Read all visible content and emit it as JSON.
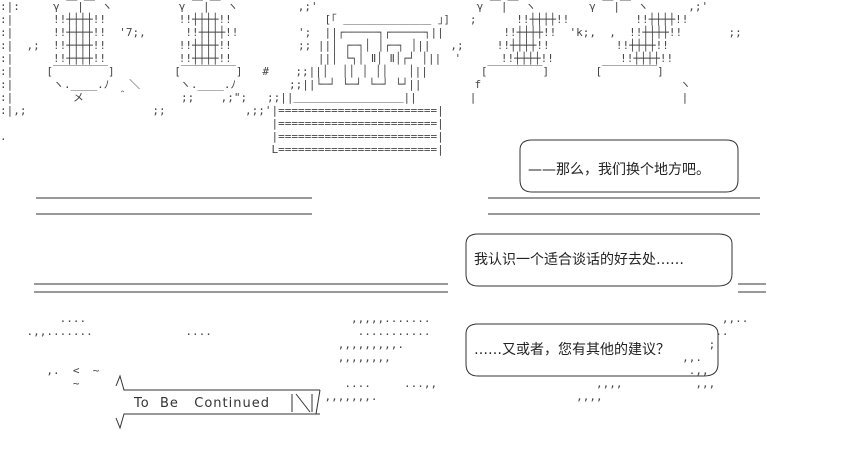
{
  "dialogue": [
    "——那么，我们换个地方吧。",
    "我认识一个适合谈话的好去处……",
    "……又或者，您有其他的建议？"
  ],
  "caption": "To  Be   Continued",
  "colors": {
    "background": "#ffffff",
    "ink": "#222222"
  }
}
